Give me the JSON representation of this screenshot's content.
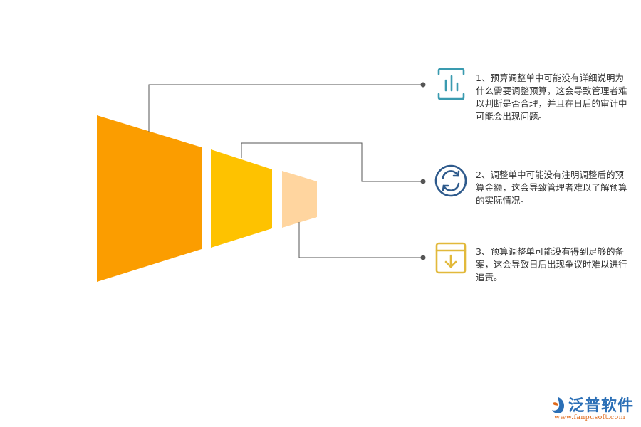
{
  "items": [
    {
      "text": "1、预算调整单中可能没有详细说明为什么需要调整预算，这会导致管理者难以判断是否合理，并且在日后的审计中可能会出现问题。",
      "icon": "bar-chart-icon",
      "icon_color": "#3a9bb0"
    },
    {
      "text": "2、调整单中可能没有注明调整后的预算金额，这会导致管理者难以了解预算的实际情况。",
      "icon": "refresh-icon",
      "icon_color": "#2e5a8c"
    },
    {
      "text": "3、预算调整单可能没有得到足够的备案，这会导致日后出现争议时难以进行追责。",
      "icon": "download-box-icon",
      "icon_color": "#e2b93b"
    }
  ],
  "funnel_colors": [
    "#fb9d00",
    "#fec200",
    "#ffd59f"
  ],
  "brand": {
    "name": "泛普软件",
    "url": "www.fanpusoft.com"
  }
}
